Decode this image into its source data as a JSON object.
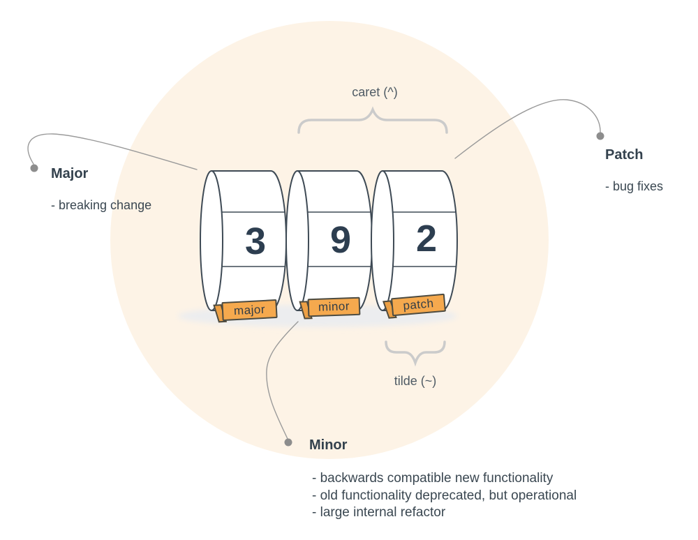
{
  "diagram_subject": "semantic versioning drums",
  "colors": {
    "background": "#ffffff",
    "circle_fill": "#fdf3e6",
    "heading_text": "#33414d",
    "body_text": "#3a4751",
    "number_text": "#2d3e50",
    "range_label_text": "#4e5a64",
    "connector_line": "#9a9a9a",
    "connector_dot": "#8d8d8d",
    "brace": "#cbcbcb",
    "tag_fill": "#f5a94e",
    "tag_border": "#4c4b41",
    "drum_outline": "#3e4a55",
    "drum_fill": "#ffffff",
    "shadow": "#ecedef"
  },
  "drums": [
    {
      "value": "3",
      "tag": "major"
    },
    {
      "value": "9",
      "tag": "minor"
    },
    {
      "value": "2",
      "tag": "patch"
    }
  ],
  "range_labels": {
    "caret": "caret (^)",
    "tilde": "tilde (~)"
  },
  "annotations": {
    "major": {
      "title": "Major",
      "bullets": [
        "- breaking change"
      ]
    },
    "patch": {
      "title": "Patch",
      "bullets": [
        "- bug fixes"
      ]
    },
    "minor": {
      "title": "Minor",
      "bullets": [
        "- backwards compatible new functionality",
        "- old functionality deprecated, but operational",
        "- large internal refactor"
      ]
    }
  }
}
